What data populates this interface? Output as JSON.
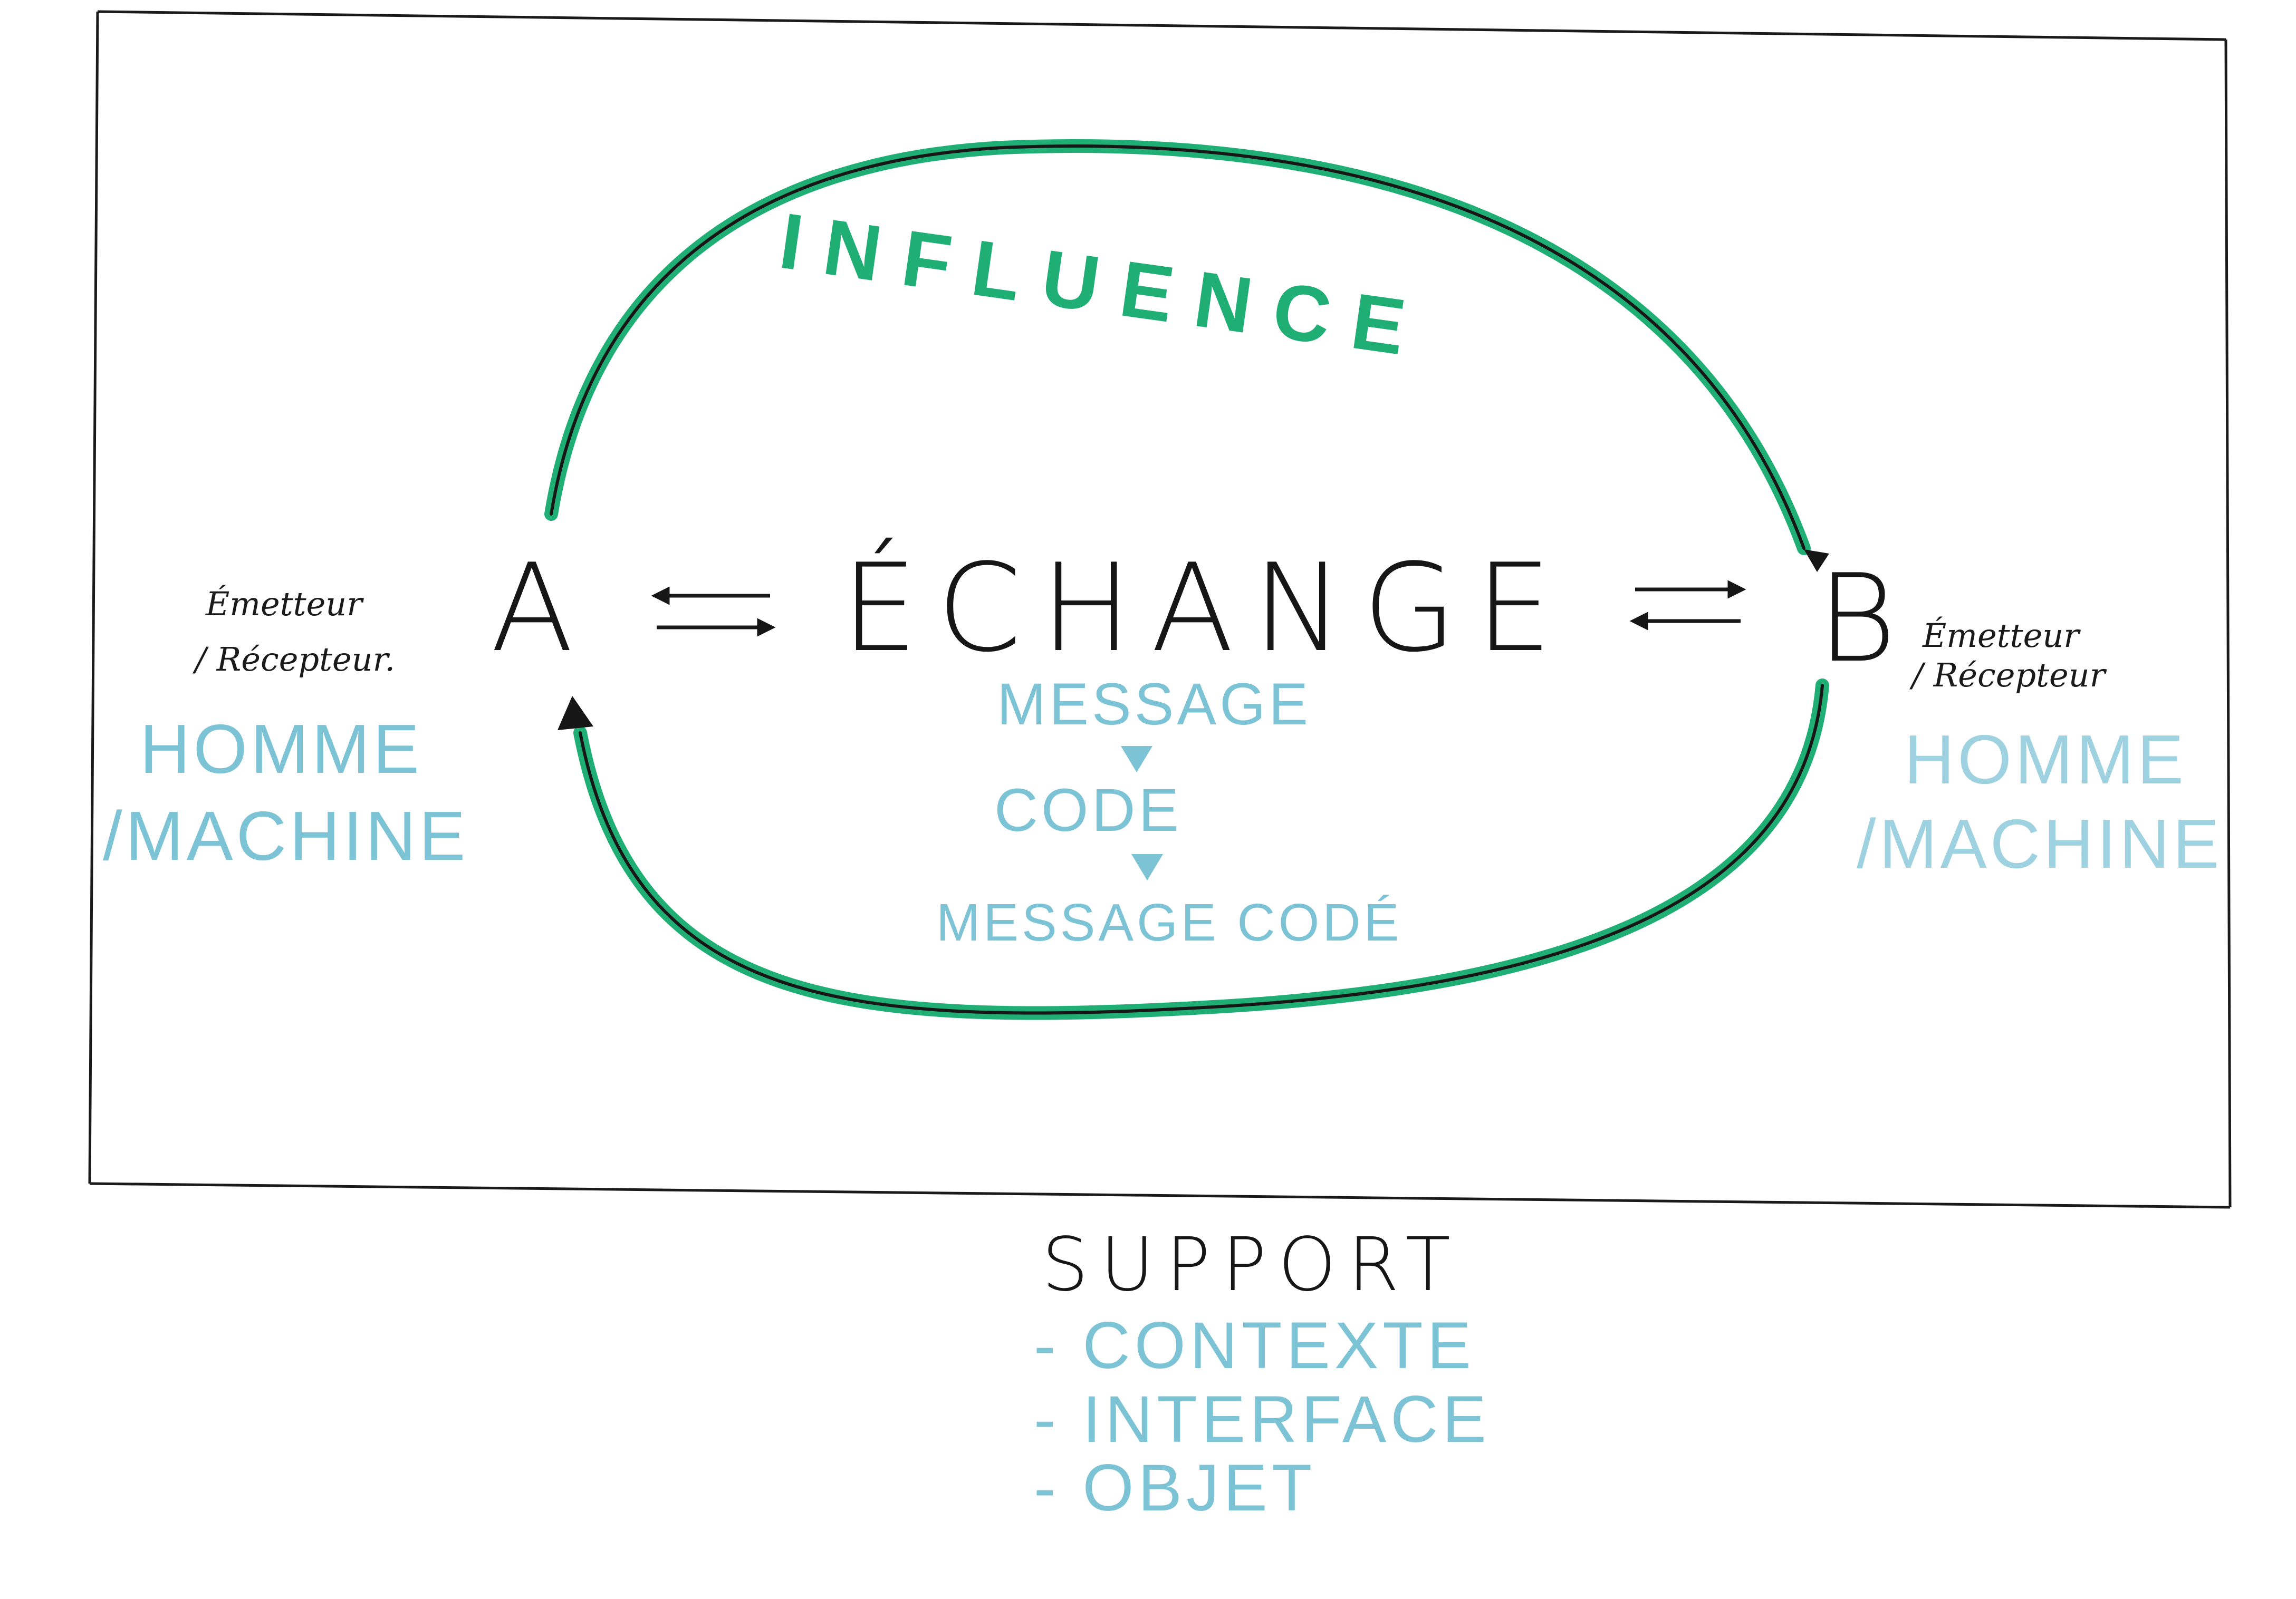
{
  "diagram": {
    "influence": "INFLUENCE",
    "exchange": "ÉCHANGE",
    "node_a": {
      "letter": "A",
      "role_line1": "Émetteur",
      "role_line2": "/ Récepteur.",
      "type_line1": "HOMME",
      "type_line2": "/MACHINE"
    },
    "node_b": {
      "letter": "B",
      "role_line1": "Émetteur",
      "role_line2": "/ Récepteur",
      "type_line1": "HOMME",
      "type_line2": "/MACHINE"
    },
    "message_flow": {
      "step1": "MESSAGE",
      "step2": "CODE",
      "step3": "MESSAGE CODÉ"
    },
    "support": {
      "title": "SUPPORT",
      "items": [
        "- CONTEXTE",
        "- INTERFACE",
        "- OBJET"
      ]
    }
  },
  "colors": {
    "ink": "#161616",
    "green": "#1fae74",
    "teal": "#7cc3d6"
  }
}
